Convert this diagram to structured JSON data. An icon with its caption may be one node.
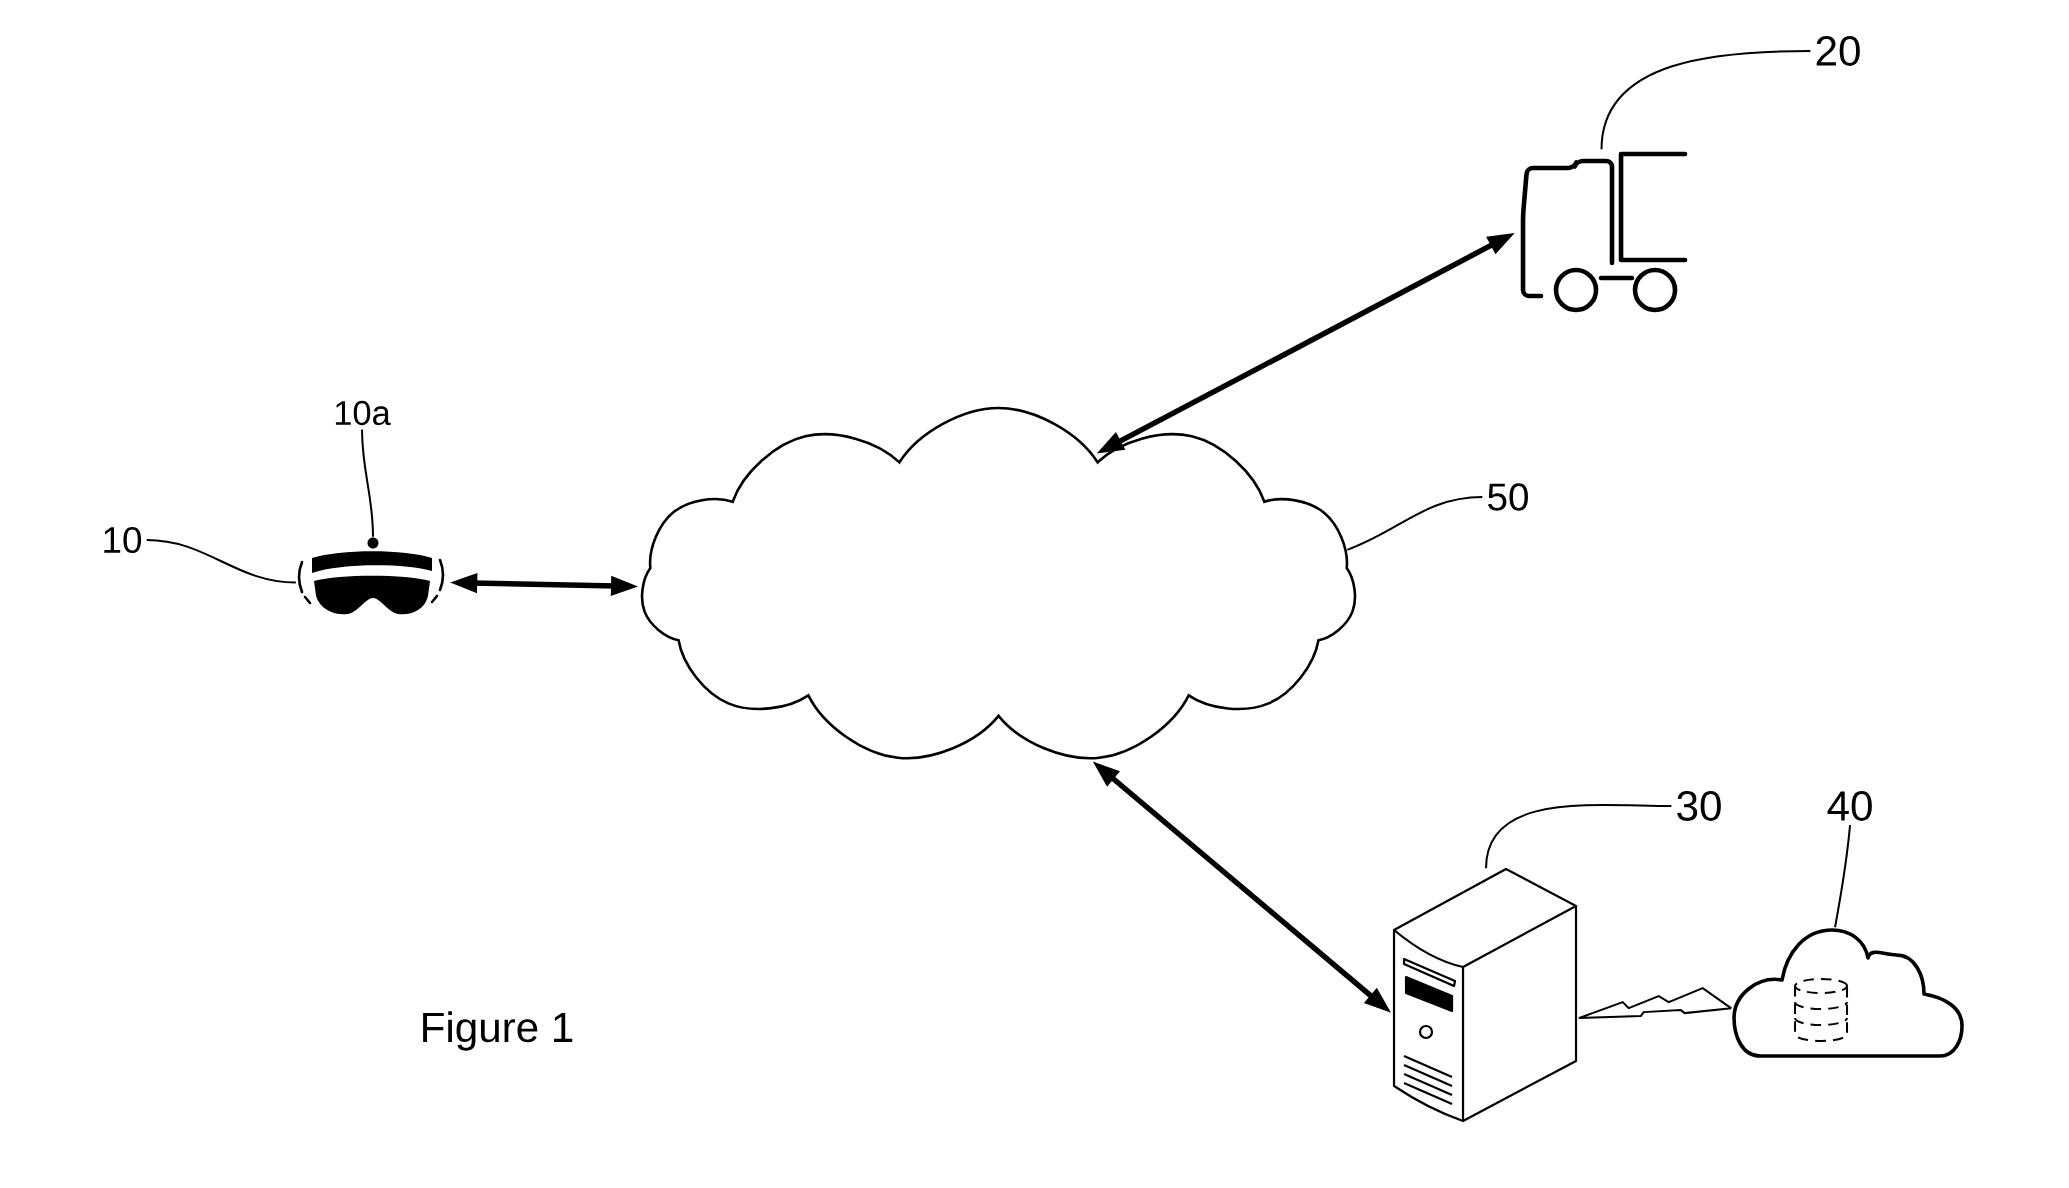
{
  "diagram": {
    "caption": "Figure 1",
    "nodes": [
      {
        "text": [
          "20"
        ]
      },
      {
        "text": [],
        "shape": "picture"
      },
      {
        "text": [
          "10a"
        ]
      },
      {
        "text": [
          "10"
        ]
      },
      {
        "text": [],
        "shape": "circle"
      },
      {
        "text": [],
        "shape": "picture"
      },
      {
        "text": [],
        "shape": "cloud"
      },
      {
        "text": [
          "50"
        ]
      },
      {
        "text": [
          "30"
        ]
      },
      {
        "text": [
          "40"
        ]
      },
      {
        "text": [],
        "shape": "picture"
      },
      {
        "text": [],
        "shape": "cloud"
      }
    ],
    "edges": [
      {
        "from": 0,
        "to": 1,
        "arrow": "none"
      },
      {
        "from": 2,
        "to": 4,
        "arrow": "none"
      },
      {
        "from": 3,
        "to": 5,
        "arrow": "none"
      },
      {
        "from": 5,
        "to": 6,
        "arrow": "both",
        "style": "thick"
      },
      {
        "from": 6,
        "to": 1,
        "arrow": "both",
        "style": "thick"
      },
      {
        "from": 7,
        "to": 6,
        "arrow": "none"
      },
      {
        "from": 6,
        "to": 10,
        "arrow": "both",
        "style": "thick"
      },
      {
        "from": 8,
        "to": 10,
        "arrow": "none"
      },
      {
        "from": 9,
        "to": 11,
        "arrow": "none"
      },
      {
        "from": 10,
        "to": 11,
        "arrow": "none"
      }
    ]
  }
}
